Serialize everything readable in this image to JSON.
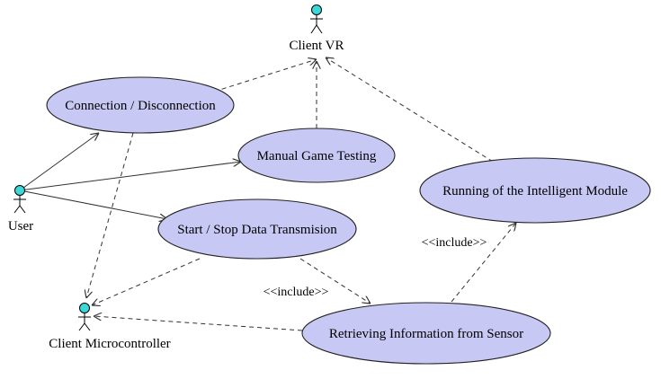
{
  "actors": {
    "client_vr": {
      "label": "Client VR"
    },
    "user": {
      "label": "User"
    },
    "client_micro": {
      "label": "Client Microcontroller"
    }
  },
  "use_cases": {
    "connection": {
      "label": "Connection / Disconnection"
    },
    "manual_test": {
      "label": "Manual Game Testing"
    },
    "data_transmission": {
      "label": "Start / Stop Data Transmision"
    },
    "intelligent_module": {
      "label": "Running of the Intelligent Module"
    },
    "retrieving": {
      "label": "Retrieving Information from Sensor"
    }
  },
  "relations": {
    "include_1": "<<include>>",
    "include_2": "<<include>>"
  },
  "colors": {
    "use_case_fill": "#c8c8f5",
    "actor_head": "#3cd8d8",
    "line": "#333333"
  }
}
